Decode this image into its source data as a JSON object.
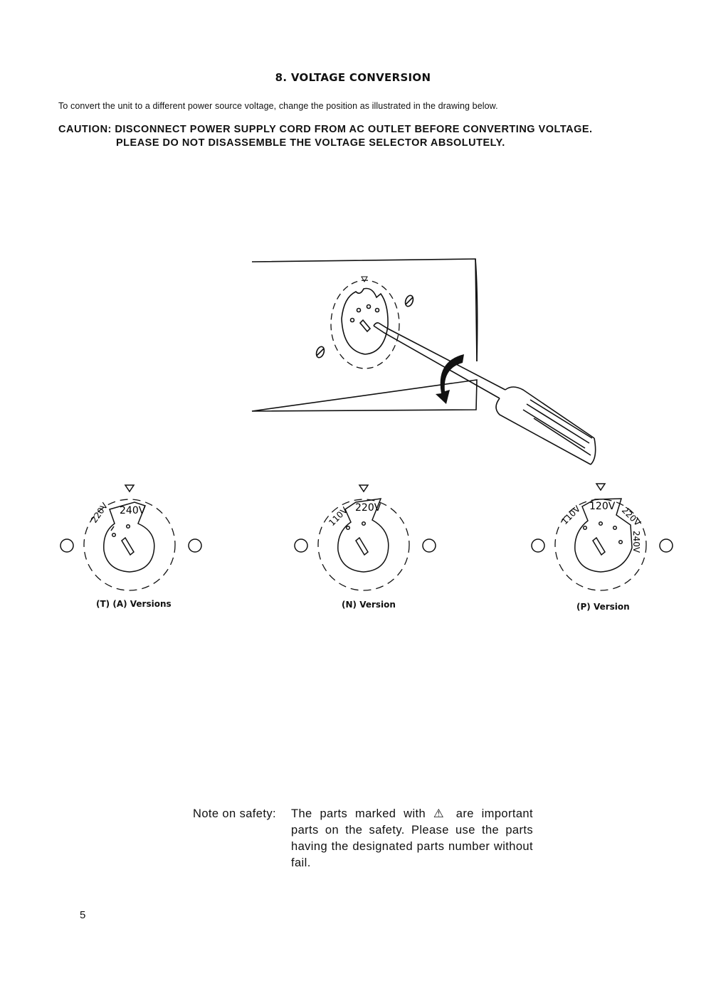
{
  "section": {
    "heading": "8. VOLTAGE CONVERSION",
    "intro": "To convert the unit to a different power source voltage, change the position as illustrated in the drawing below.",
    "caution_line1": "CAUTION: DISCONNECT POWER SUPPLY CORD FROM AC OUTLET BEFORE CONVERTING VOLTAGE.",
    "caution_line2": "PLEASE DO NOT DISASSEMBLE THE VOLTAGE SELECTOR ABSOLUTELY."
  },
  "selectors": [
    {
      "label_a": "220V",
      "label_b": "240V",
      "caption": "(T) (A) Versions"
    },
    {
      "label_a": "110V",
      "label_b": "220V",
      "caption": "(N) Version"
    },
    {
      "label_a": "110V",
      "label_b": "120V",
      "label_c": "220V",
      "label_d": "240V",
      "caption": "(P) Version"
    }
  ],
  "note": {
    "label": "Note on safety:",
    "text": "The parts marked with ⚠ are important parts on the safety. Please use the parts having the designated parts number without fail."
  },
  "page_number": "5"
}
